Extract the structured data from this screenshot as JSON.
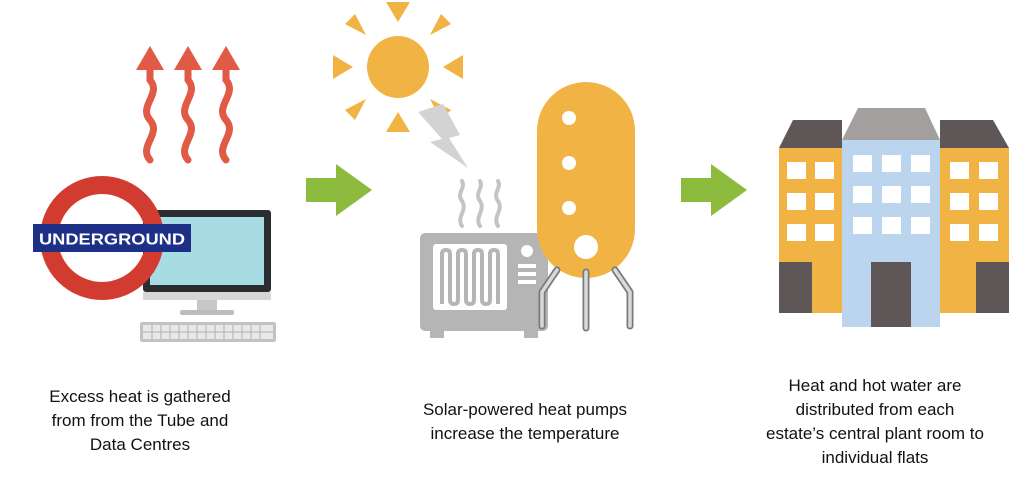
{
  "stage1": {
    "roundel_label": "UNDERGROUND",
    "caption_lines": [
      "Excess heat is gathered",
      "from from the Tube and",
      "Data Centres"
    ]
  },
  "stage2": {
    "caption_lines": [
      "Solar-powered heat pumps",
      "increase the temperature"
    ]
  },
  "stage3": {
    "caption_lines": [
      "Heat and hot water are",
      "distributed from each",
      "estate’s central plant room to",
      "individual flats"
    ]
  },
  "colors": {
    "heat_arrow": "#e05a45",
    "roundel_ring": "#d23c30",
    "roundel_bar": "#1d2f87",
    "monitor_screen": "#a8dce4",
    "flow_arrow": "#8dbb3e",
    "sun": "#f1b343",
    "tank": "#f1b343",
    "heat_pump": "#b5b5b5",
    "building_side": "#f1b343",
    "building_center": "#bcd5ee",
    "roof": "#5f5757",
    "center_roof": "#a39f9f",
    "door": "#5f5757"
  }
}
